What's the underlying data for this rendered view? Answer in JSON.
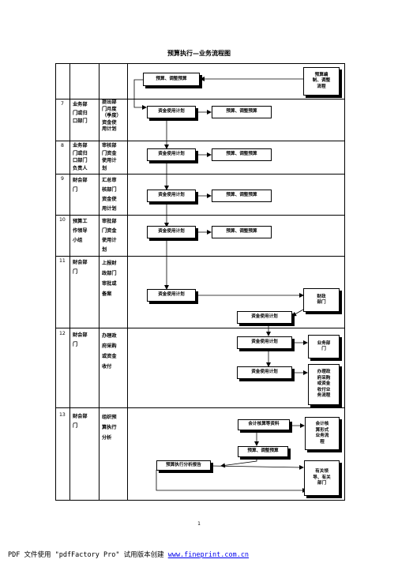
{
  "title": "预算执行—业务流程图",
  "rows": [
    {
      "num": "7",
      "dept": "业务部\n门或归\n口部门",
      "task": "提出部\n门月度\n（季度）\n资金使\n用计划"
    },
    {
      "num": "8",
      "dept": "业务部\n门或归\n口部门\n负责人",
      "task": "审核部\n门资金\n使用计\n划"
    },
    {
      "num": "9",
      "dept": "财会部\n门",
      "task": "汇总审\n核部门\n资金使\n用计划"
    },
    {
      "num": "10",
      "dept": "预算工\n作领导\n小组",
      "task": "审批部\n门资金\n使用计\n划"
    },
    {
      "num": "11",
      "dept": "财会部\n门",
      "task": "上报财\n政部门\n审批或\n备案"
    },
    {
      "num": "12",
      "dept": "财会部\n门",
      "task": "办理政\n府采购\n或资金\n收付"
    },
    {
      "num": "13",
      "dept": "财会部\n门",
      "task": "组织预\n算执行\n分析"
    }
  ],
  "boxes": {
    "budget_adjust_top": "预算、调整预算",
    "budget_compile_flow": "预算编\n制、调整\n流程",
    "fund_plan": "资金使用计划",
    "budget_adjust": "预算、调整预算",
    "finance_dept": "财政\n部门",
    "business_dept": "业务部\n门",
    "procurement_flow": "办理政\n府采购\n或资金\n收付业\n务流程",
    "accounting_data": "会计核算等资料",
    "accounting_flow": "会计核\n算形式\n业务流\n程",
    "analysis_report": "预算执行分析报告",
    "leaders": "有关领\n导、有关\n部门"
  },
  "page_number": "1",
  "footer": {
    "prefix": "PDF 文件使用 \"pdfFactory Pro\" 试用版本创建 ",
    "link": "www.fineprint.com.cn"
  }
}
